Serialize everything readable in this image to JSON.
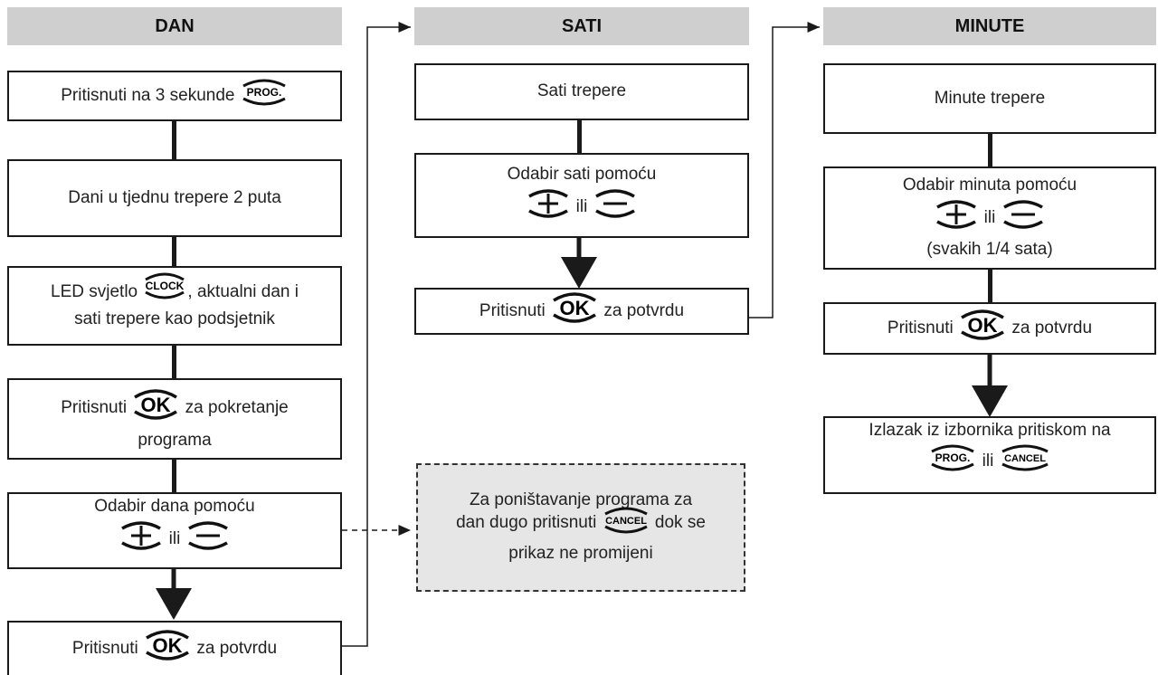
{
  "columns": {
    "dan": {
      "title": "DAN",
      "steps": {
        "s1": {
          "text": "Pritisnuti na 3 sekunde"
        },
        "s2": {
          "text": "Dani u tjednu trepere 2 puta"
        },
        "s3": {
          "pre": "LED svjetlo",
          "post": ", aktualni dan i",
          "line2": "sati trepere kao podsjetnik"
        },
        "s4": {
          "pre": "Pritisnuti",
          "post": "za pokretanje",
          "line2": "programa"
        },
        "s5": {
          "line1": "Odabir dana pomoću",
          "or": "ili"
        },
        "s6": {
          "pre": "Pritisnuti",
          "post": "za potvrdu"
        }
      }
    },
    "sati": {
      "title": "SATI",
      "steps": {
        "s1": {
          "text": "Sati trepere"
        },
        "s2": {
          "line1": "Odabir sati pomoću",
          "or": "ili"
        },
        "s3": {
          "pre": "Pritisnuti",
          "post": "za potvrdu"
        }
      },
      "note": {
        "line1": "Za poništavanje programa za",
        "pre": "dan dugo pritisnuti",
        "post": "dok se",
        "line3": "prikaz ne promijeni"
      }
    },
    "minute": {
      "title": "MINUTE",
      "steps": {
        "s1": {
          "text": "Minute trepere"
        },
        "s2": {
          "line1": "Odabir minuta pomoću",
          "or": "ili",
          "line3": "(svakih 1/4 sata)"
        },
        "s3": {
          "pre": "Pritisnuti",
          "post": "za potvrdu"
        },
        "s4": {
          "line1": "Izlazak iz izbornika pritiskom na",
          "or": "ili"
        }
      }
    }
  },
  "keys": {
    "prog": "PROG.",
    "ok": "OK",
    "clock": "CLOCK",
    "cancel": "CANCEL"
  },
  "colors": {
    "header_bg": "#cfcfcf",
    "note_bg": "#e6e6e6",
    "line": "#1a1a1a"
  }
}
